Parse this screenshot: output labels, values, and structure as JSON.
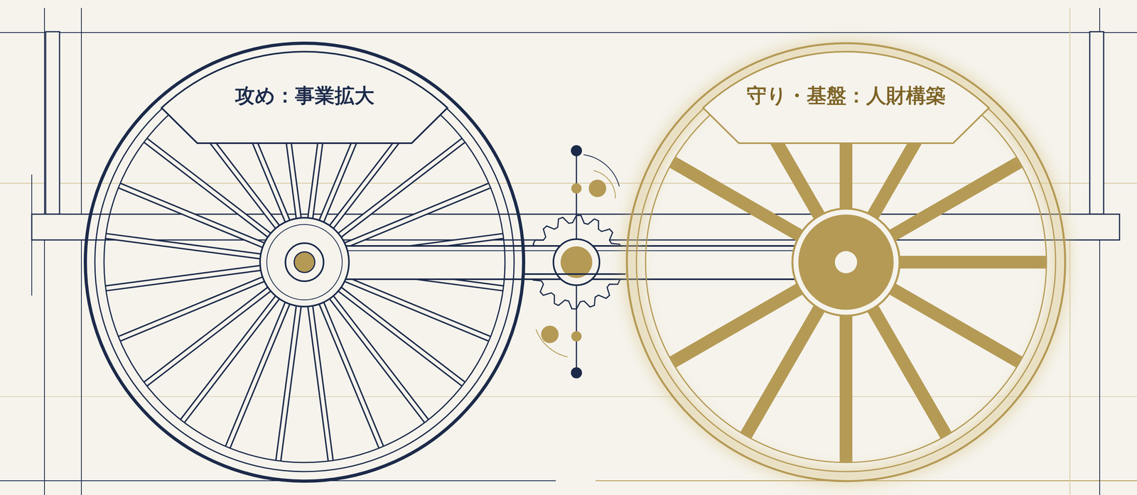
{
  "diagram": {
    "nodes": [
      {
        "text": [
          "攻め：事業拡大"
        ]
      },
      {
        "text": [
          "守り・基盤：人財構築"
        ]
      }
    ],
    "edges": [
      {
        "from": 0,
        "to": 1,
        "arrow": "none"
      }
    ]
  }
}
